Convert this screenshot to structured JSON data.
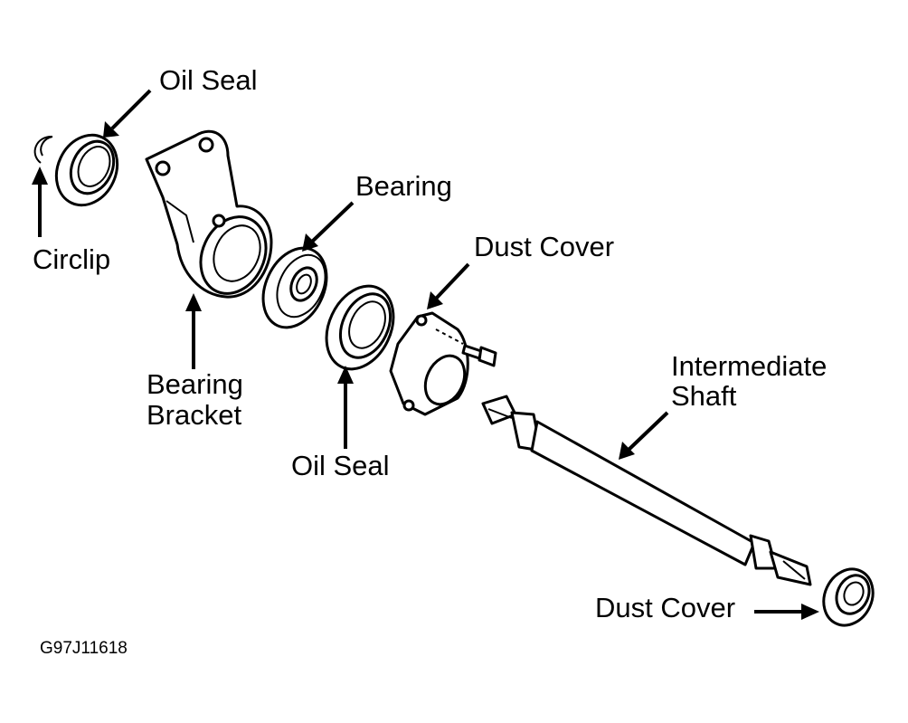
{
  "labels": {
    "oil_seal_top": "Oil Seal",
    "circlip": "Circlip",
    "bearing": "Bearing",
    "bearing_bracket_line1": "Bearing",
    "bearing_bracket_line2": "Bracket",
    "dust_cover_top": "Dust Cover",
    "oil_seal_bottom": "Oil Seal",
    "intermediate_shaft_line1": "Intermediate",
    "intermediate_shaft_line2": "Shaft",
    "dust_cover_bottom": "Dust Cover"
  },
  "figure_id": "G97J11618"
}
